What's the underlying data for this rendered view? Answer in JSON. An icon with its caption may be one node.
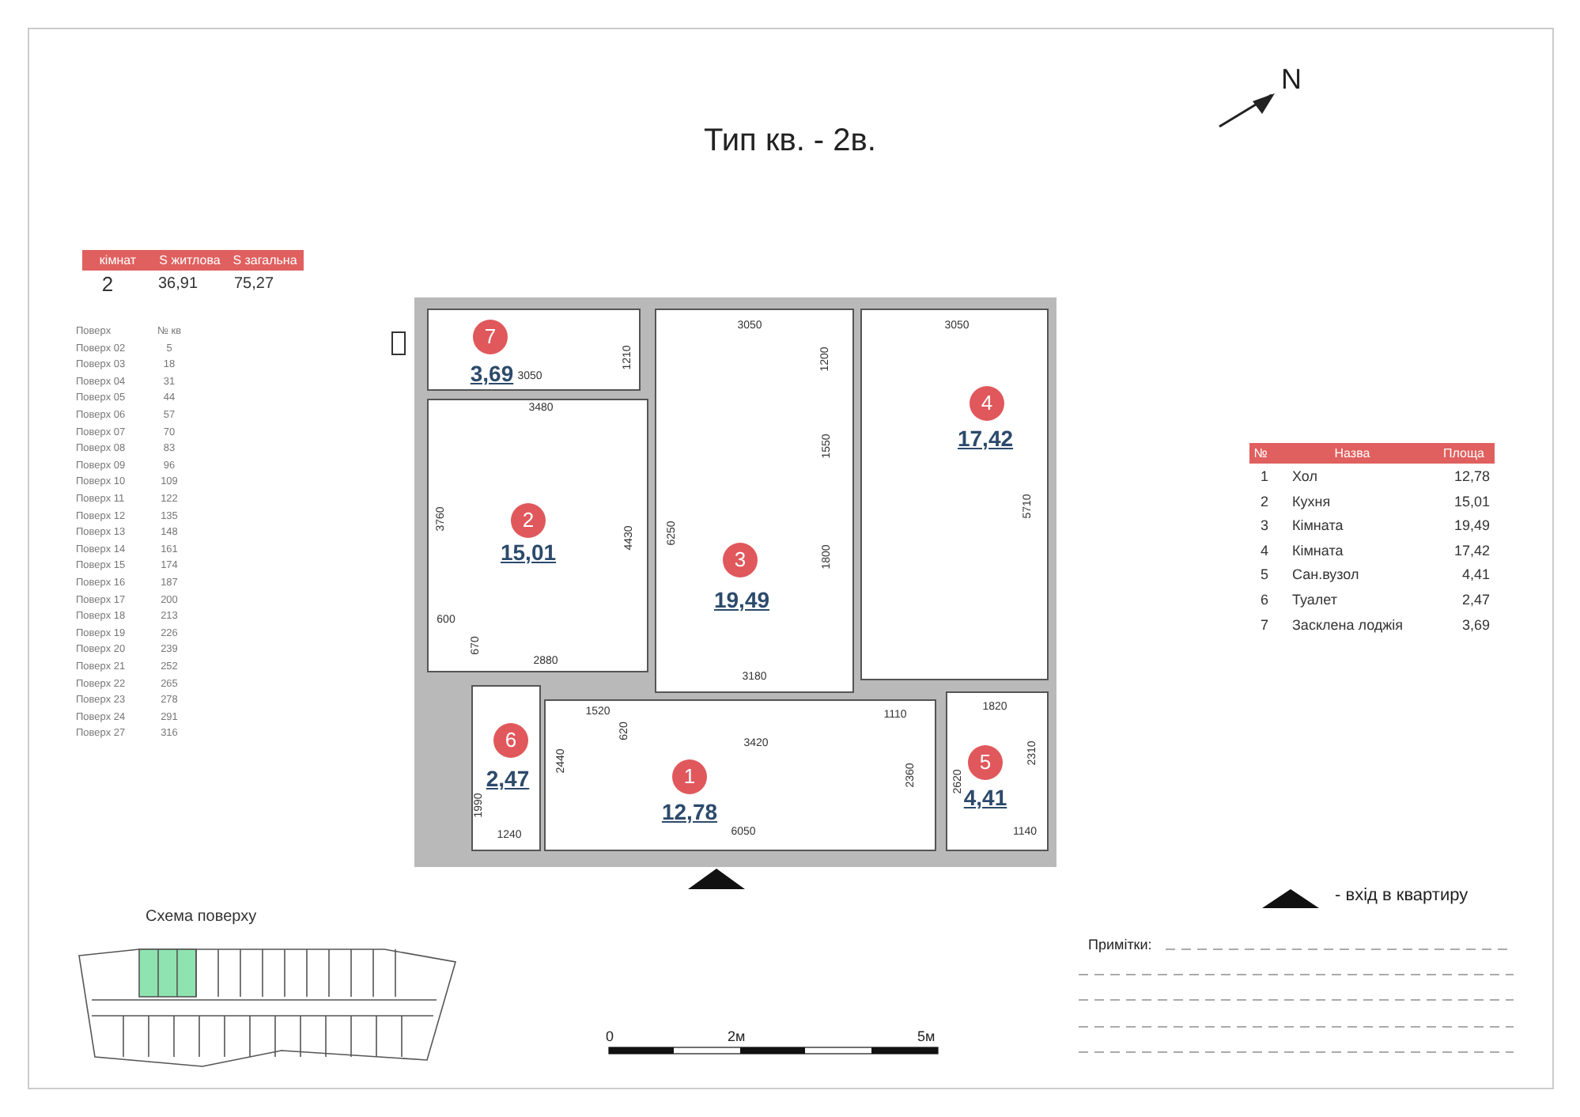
{
  "diagram": {
    "title": "Тип кв. - 2в.",
    "nodes": [
      {
        "text": [
          "7",
          "3,69"
        ]
      },
      {
        "text": [
          "4",
          "17,42"
        ]
      },
      {
        "text": [
          "2",
          "15,01"
        ]
      },
      {
        "text": [
          "3",
          "19,49"
        ]
      },
      {
        "text": [
          "6",
          "2,47"
        ]
      },
      {
        "text": [
          "1",
          "12,78"
        ]
      },
      {
        "text": [
          "5",
          "4,41"
        ]
      }
    ],
    "labels": [
      "N",
      "кімнат",
      "S житлова",
      "S загальна",
      "2",
      "36,91",
      "75,27",
      "Поверх",
      "№ кв",
      "Поверх 02",
      "5",
      "Поверх 03",
      "18",
      "Поверх 04",
      "31",
      "Поверх 05",
      "44",
      "Поверх 06",
      "57",
      "Поверх 07",
      "70",
      "Поверх 08",
      "83",
      "Поверх 09",
      "96",
      "Поверх 10",
      "109",
      "Поверх 11",
      "122",
      "Поверх 12",
      "135",
      "Поверх 13",
      "148",
      "Поверх 14",
      "161",
      "Поверх 15",
      "174",
      "Поверх 16",
      "187",
      "Поверх 17",
      "200",
      "Поверх 18",
      "213",
      "Поверх 19",
      "226",
      "Поверх 20",
      "239",
      "Поверх 21",
      "252",
      "Поверх 22",
      "265",
      "Поверх 23",
      "278",
      "Поверх 24",
      "291",
      "Поверх 27",
      "316",
      "3050",
      "1210",
      "3050",
      "1200",
      "3050",
      "3480",
      "1550",
      "3760",
      "4430",
      "6250",
      "1800",
      "5710",
      "600",
      "670",
      "2880",
      "1520",
      "620",
      "3180",
      "1110",
      "1820",
      "2440",
      "3420",
      "2360",
      "2620",
      "2310",
      "1990",
      "1240",
      "6050",
      "1140",
      "№",
      "Назва",
      "Площа",
      "1",
      "Хол",
      "12,78",
      "2",
      "Кухня",
      "15,01",
      "3",
      "Кімната",
      "19,49",
      "4",
      "Кімната",
      "17,42",
      "5",
      "Сан.вузол",
      "4,41",
      "6",
      "Туалет",
      "2,47",
      "7",
      "Засклена лоджія",
      "3,69",
      "Схема поверху",
      "0",
      "2м",
      "5м",
      "Примітки:"
    ],
    "legend": [
      {
        "text": "- вхід в квартиру"
      }
    ]
  }
}
